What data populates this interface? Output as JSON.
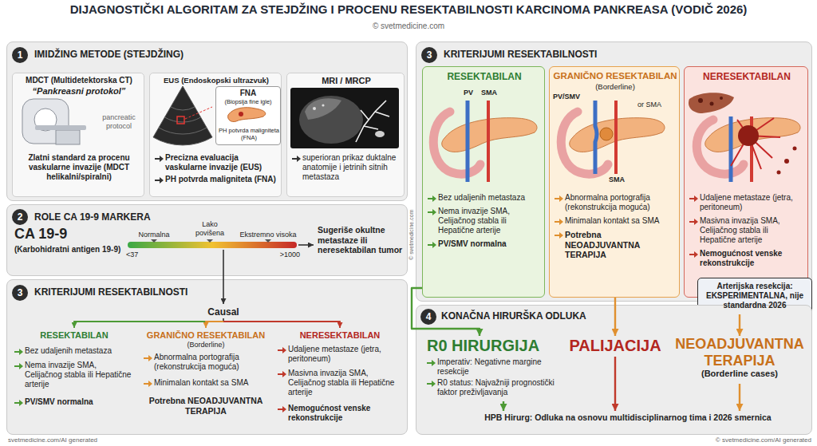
{
  "diagram": {
    "title": "DIJAGNOSTIČKI ALGORITAM ZA STEJDŽING I PROCENU RESEKTABILNOSTI KARCINOMA PANKREASA (VODIČ 2026)",
    "nodes": [
      {
        "text": [
          "IMIDŽING METODE (STEJDŽING)"
        ]
      },
      {
        "text": [
          "1"
        ],
        "in": 0
      },
      {
        "text": [
          "MDCT (Multidetektorska CT)",
          "“Pankreasni protokol”",
          "pancreatic protocol",
          "Zlatni standard za procenu vaskularne invazije (MDCT helikalni/spiralni)"
        ],
        "in": 0
      },
      {
        "text": [
          "EUS (Endoskopski ultrazvuk)",
          "Precizna evaluacija vaskularne invazije (EUS)",
          "PH potvrda maligniteta (FNA)"
        ],
        "in": 0
      },
      {
        "text": [
          "FNA",
          "(Biopsija fine igle)",
          "PH potvrda maligniteta (FNA)"
        ],
        "in": 3
      },
      {
        "text": [
          "MRI / MRCP",
          "superioran prikaz duktalne anatomije i jetrinih sitnih metastaza"
        ],
        "in": 0
      },
      {
        "text": [
          "ROLE CA 19-9 MARKERA"
        ]
      },
      {
        "text": [
          "2"
        ],
        "in": 6
      },
      {
        "text": [
          "KRITERIJUMI RESEKTABILNOSTI"
        ]
      },
      {
        "text": [
          "3"
        ],
        "in": 8
      },
      {
        "text": [
          "KRITERIJUMI RESEKTABILNOSTI"
        ]
      },
      {
        "text": [
          "3"
        ],
        "in": 10
      },
      {
        "text": [
          "RESEKTABILAN",
          "Bez udaljenih metastaza",
          "Nema invazije SMA, Celijačnog stabla ili Hepatične arterije",
          "PV/SMV normalna"
        ],
        "in": 10
      },
      {
        "text": [
          "GRANIČNO RESEKTABILAN",
          "(Borderline)",
          "Abnormalna portografija (rekonstrukcija moguća)",
          "Minimalan kontakt sa SMA",
          "Potrebna NEOADJUVANTNA TERAPIJA"
        ],
        "in": 10
      },
      {
        "text": [
          "NERESEKTABILAN",
          "Udaljene metastaze (jetra, peritoneum)",
          "Masivna invazija SMA, Celijačnog stabla ili Hepatične arterije",
          "Nemogućnost venske rekonstrukcije"
        ],
        "in": 10
      },
      {
        "text": [
          "Arterijska resekcija: EKSPERIMENTALNA, nije standardna 2026"
        ],
        "in": 14
      },
      {
        "text": [
          "KONAČNA HIRURŠKA ODLUKA"
        ]
      },
      {
        "text": [
          "4"
        ],
        "in": 16
      },
      {
        "text": [
          "R0 HIRURGIJA",
          "Imperativ: Negativne margine resekcije",
          "R0 status: Najvažniji prognostički faktor preživljavanja"
        ],
        "in": 16
      },
      {
        "text": [
          "PALIJACIJA"
        ],
        "in": 16
      },
      {
        "text": [
          "NEOADJUVANTNA TERAPIJA",
          "(Borderline cases)"
        ],
        "in": 16
      },
      {
        "text": [
          "HPB Hirurg: Odluka na osnovu multidisciplinarnog tima i 2026 smernica"
        ],
        "in": 16
      }
    ],
    "edges": [
      {
        "from": 12,
        "to": 18,
        "arrow": "to"
      },
      {
        "from": 13,
        "to": 19,
        "arrow": "to"
      },
      {
        "from": 15,
        "to": 20,
        "arrow": "to"
      },
      {
        "from": 18,
        "to": 21,
        "arrow": "to"
      },
      {
        "from": 19,
        "to": 21,
        "arrow": "to"
      },
      {
        "from": 20,
        "to": 21,
        "arrow": "to"
      }
    ],
    "labels": [
      "© svetmedicine.com",
      "CA 19-9",
      "(Karbohidratni antigen 19-9)",
      "Normalna",
      "Lako povišena",
      "Ekstremno visoka",
      "<37",
      ">1000",
      "Sugeriše okultne metastaze ili neresektabilan tumor",
      "Causal",
      "RESEKTABILAN",
      "Bez udaljenih metastaza",
      "Nema invazije SMA, Celijačnog stabla ili Hepatične arterije",
      "PV/SMV normalna",
      "GRANIČNO RESEKTABILAN",
      "(Borderline)",
      "Abnormalna portografija (rekonstrukcija moguća)",
      "Minimalan kontakt sa SMA",
      "Potrebna NEOADJUVANTNA TERAPIJA",
      "NERESEKTABILAN",
      "Udaljene metastaze (jetra, peritoneum)",
      "Masivna invazija SMA, Celijačnog stabla ili Hepatične arterije",
      "Nemogućnost venske rekonstrukcije",
      "© svetmedicine.com",
      "PV",
      "SMA",
      "PV/SMV",
      "or SMA",
      "SMA",
      "svetmedicine.com/AI generated",
      "© svetmedicine.com/AI generated"
    ]
  }
}
